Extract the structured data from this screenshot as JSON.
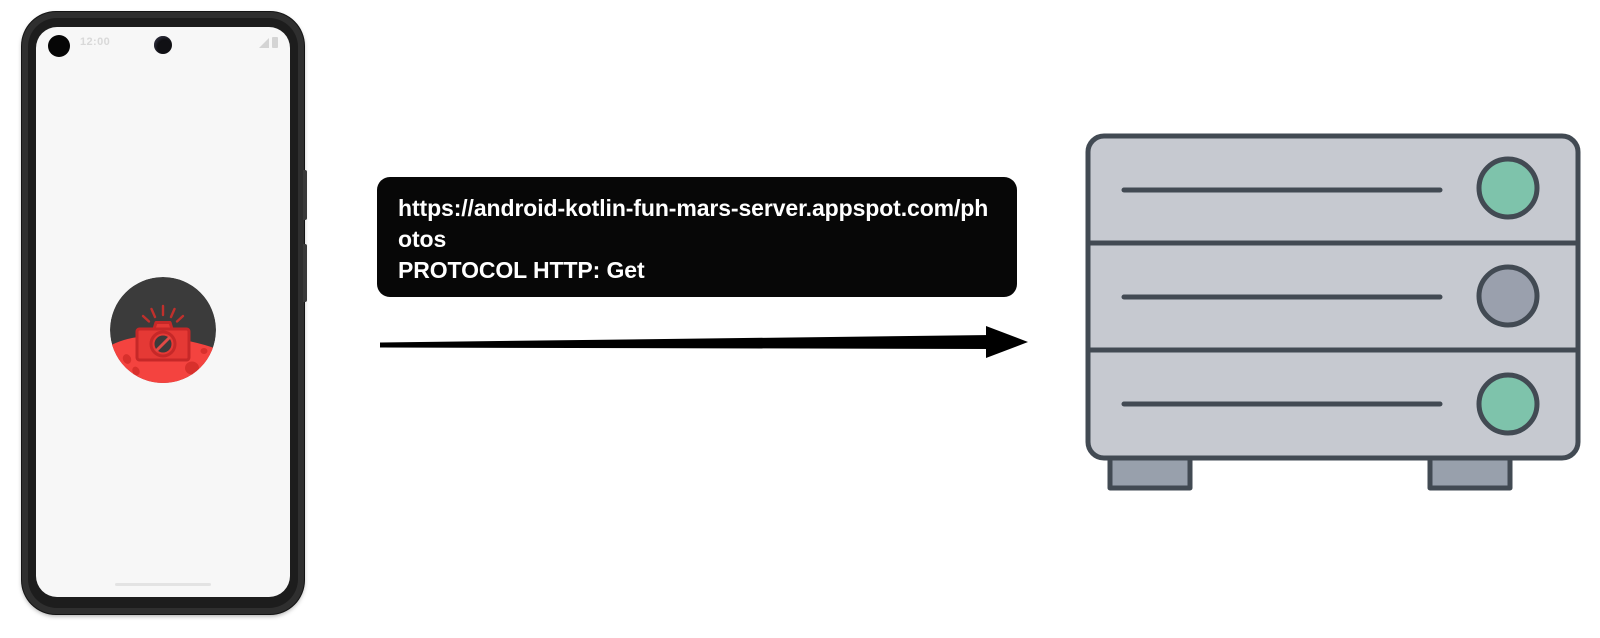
{
  "diagram": {
    "title": "Android app HTTP request to Mars server",
    "type": "network-request-flow"
  },
  "phone": {
    "name": "android-phone-mockup",
    "status_bar": {
      "time": "12:00",
      "avatar_icon": "profile-avatar-icon",
      "camera_icon": "front-camera-punch-hole",
      "signal_icon": "cellular-signal-icon",
      "battery_icon": "battery-icon"
    },
    "app_logo": {
      "icon": "mars-photos-camera-logo",
      "space_color": "#3b3b3b",
      "mars_surface_color": "#f44336",
      "camera_color": "#e53935",
      "camera_body_outline": "#c62828"
    },
    "gesture_bar_icon": "home-gesture-indicator",
    "side_buttons": [
      {
        "name": "volume-button"
      },
      {
        "name": "power-button"
      }
    ],
    "frame_color": "#2f2f2f",
    "screen_color": "#f7f7f7"
  },
  "request_callout": {
    "name": "http-request-callout",
    "background_color": "#070707",
    "text_color": "#ffffff",
    "lines": [
      "https://android-kotlin-fun-mars-server.appspot.com/photos",
      "PROTOCOL HTTP: Get"
    ],
    "url": "https://android-kotlin-fun-mars-server.appspot.com/photos",
    "protocol_label": "PROTOCOL HTTP: Get"
  },
  "arrow": {
    "name": "request-direction-arrow",
    "direction": "right",
    "color": "#000000",
    "from": "phone",
    "to": "server"
  },
  "server": {
    "name": "web-server-illustration",
    "body_color": "#c6c9d0",
    "outline_color": "#424a53",
    "foot_color": "#98a0ac",
    "rack_units": [
      {
        "label": "rack-unit-1",
        "led_icon": "status-led-green",
        "led_color": "#7ec3ab"
      },
      {
        "label": "rack-unit-2",
        "led_icon": "status-led-idle",
        "led_color": "#9aa0ad"
      },
      {
        "label": "rack-unit-3",
        "led_icon": "status-led-green",
        "led_color": "#7ec3ab"
      }
    ],
    "feet": [
      {
        "name": "server-foot-left"
      },
      {
        "name": "server-foot-right"
      }
    ]
  }
}
